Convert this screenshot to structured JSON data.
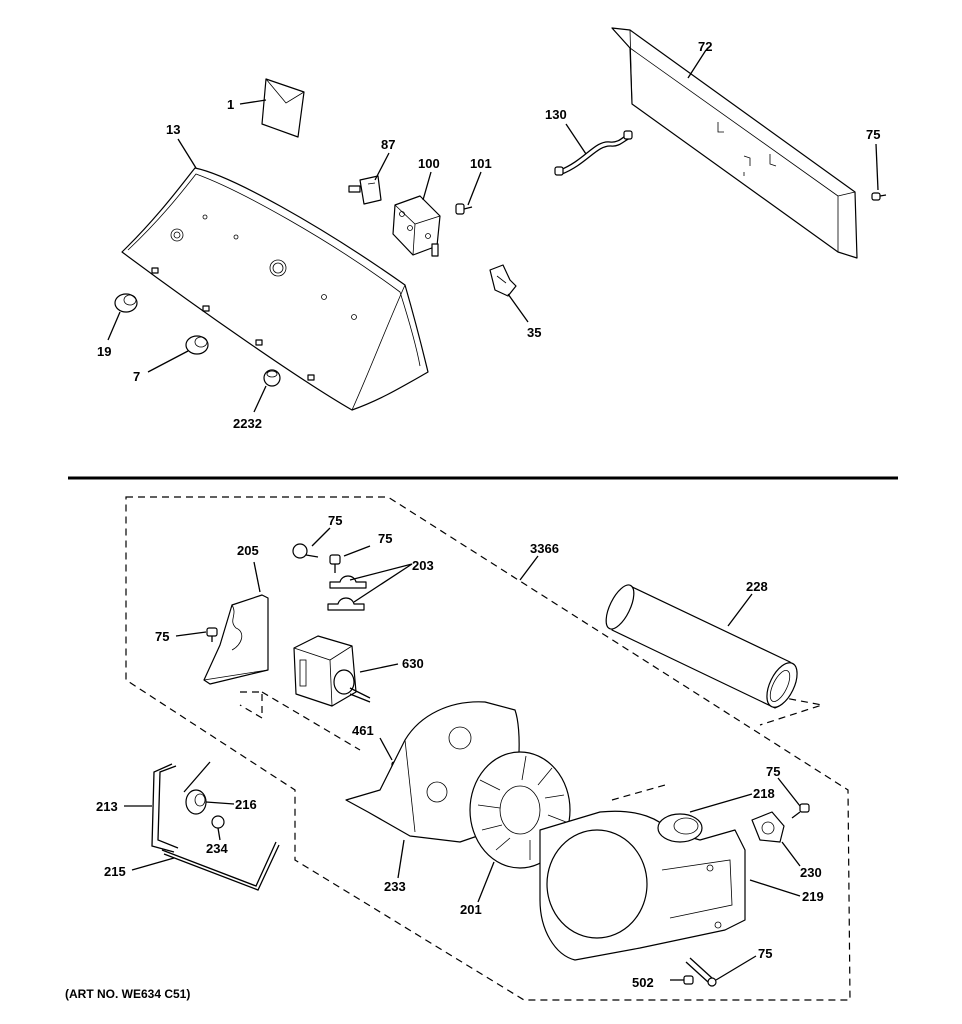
{
  "diagram": {
    "art_number": "(ART NO. WE634 C51)",
    "upper_labels": [
      "1",
      "13",
      "87",
      "100",
      "101",
      "130",
      "72",
      "75",
      "35",
      "19",
      "7",
      "2232"
    ],
    "lower_labels": [
      "75",
      "75",
      "203",
      "205",
      "3366",
      "228",
      "75",
      "630",
      "461",
      "213",
      "216",
      "234",
      "215",
      "233",
      "201",
      "218",
      "75",
      "230",
      "219",
      "75",
      "502"
    ]
  }
}
